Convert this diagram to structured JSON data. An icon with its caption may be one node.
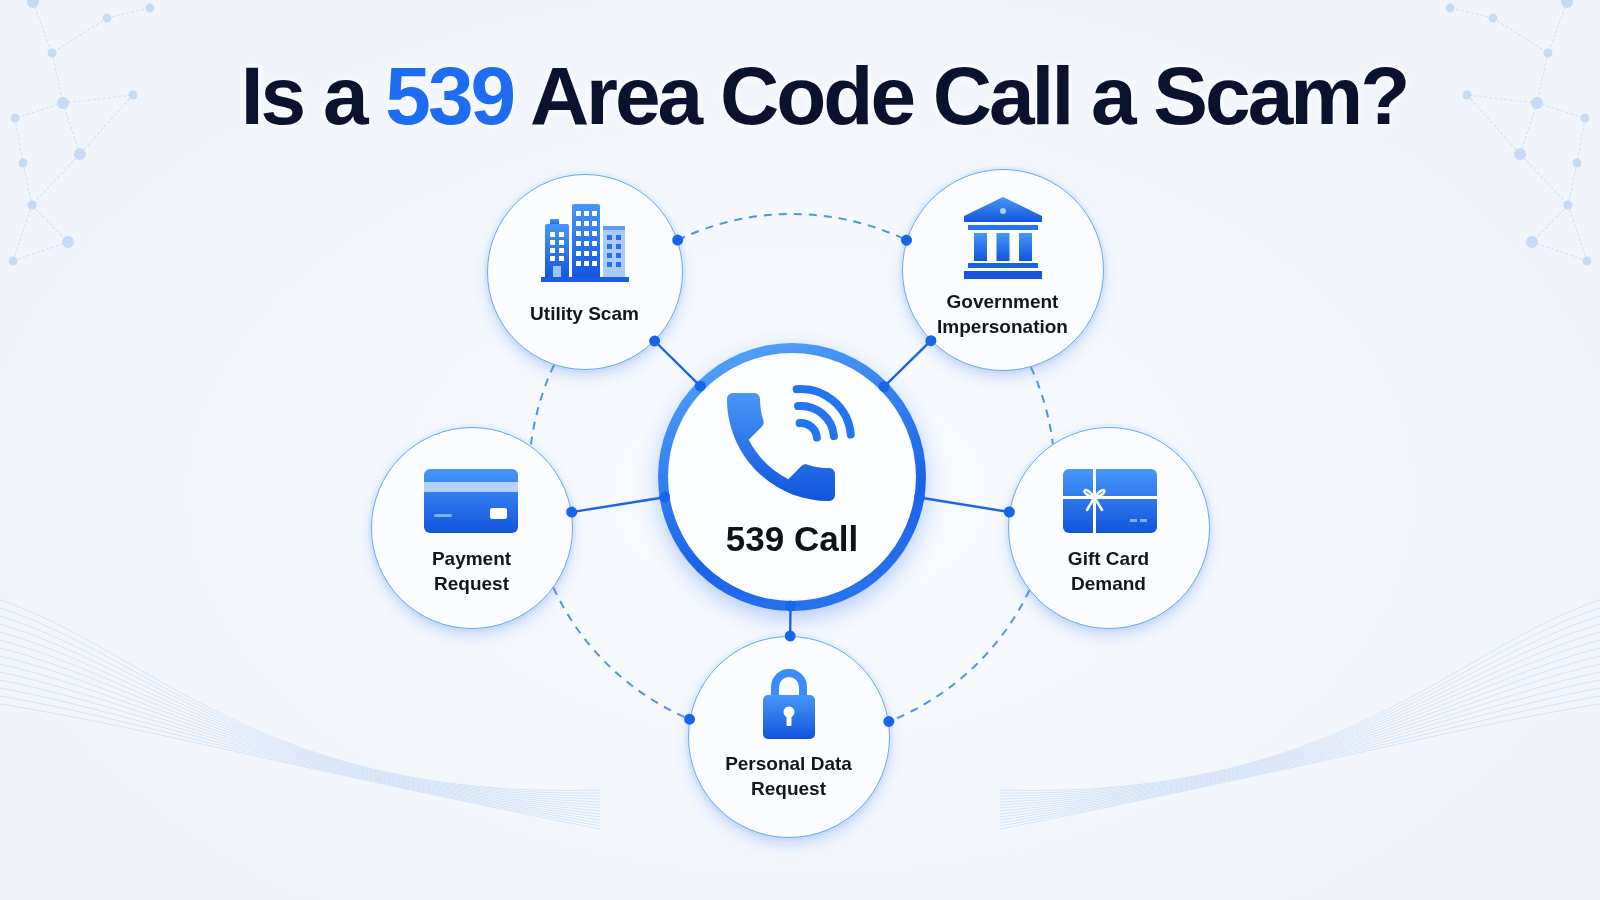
{
  "diagram": {
    "title": "Is a **539** Area Code Call a Scam?",
    "nodes": [
      {
        "text": [
          "Utility Scam"
        ]
      },
      {
        "text": [
          "Government Impersonation"
        ]
      },
      {
        "text": [
          "539 Call"
        ]
      },
      {
        "text": [
          "Payment Request"
        ]
      },
      {
        "text": [
          "Gift Card Demand"
        ]
      },
      {
        "text": [
          "Personal Data Request"
        ]
      }
    ],
    "edges": [
      {
        "from": 2,
        "to": 0,
        "arrow": "other"
      },
      {
        "from": 2,
        "to": 1,
        "arrow": "other"
      },
      {
        "from": 2,
        "to": 3,
        "arrow": "other"
      },
      {
        "from": 2,
        "to": 4,
        "arrow": "other"
      },
      {
        "from": 2,
        "to": 5,
        "arrow": "other"
      },
      {
        "from": 0,
        "to": 1,
        "arrow": "other",
        "style": "dashed",
        "color": "#4f93ec"
      },
      {
        "from": 0,
        "to": 3,
        "arrow": "none",
        "style": "dashed",
        "color": "#4f93ec"
      },
      {
        "from": 1,
        "to": 4,
        "arrow": "none",
        "style": "dashed",
        "color": "#4f93ec"
      },
      {
        "from": 3,
        "to": 5,
        "arrow": "other",
        "style": "dashed",
        "color": "#4f93ec"
      },
      {
        "from": 4,
        "to": 5,
        "arrow": "other",
        "style": "dashed",
        "color": "#4f93ec"
      }
    ]
  }
}
